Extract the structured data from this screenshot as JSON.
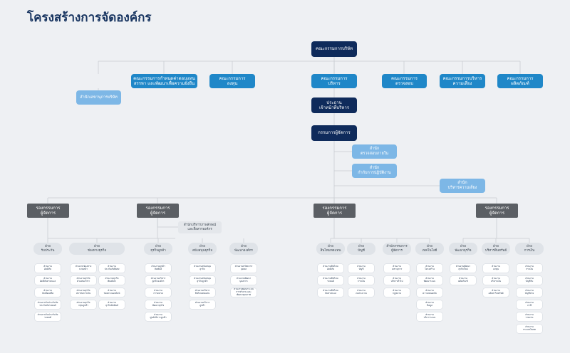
{
  "title": "โครงสร้างการจัดองค์กร",
  "board": "คณะกรรมการบริษัท",
  "board_office": "สำนักเลขานุการบริษัท",
  "committees": [
    "คณะกรรมการกำหนดค่าตอบแทน\nสรรหา และพัฒนาเพื่อความยั่งยืน",
    "คณะกรรมการ\nลงทุน",
    "คณะกรรมการ\nบริหาร",
    "คณะกรรมการ\nตรวจสอบ",
    "คณะกรรมการบริหาร\nความเสี่ยง",
    "คณะกรรมการ\nผลิตภัณฑ์"
  ],
  "chairman_exec": "ประธาน\nเจ้าหน้าที่บริหาร",
  "md": "กรรมการผู้จัดการ",
  "md_offices": [
    "สำนัก\nตรวจสอบภายใน",
    "สำนัก\nกำกับการปฏิบัติงาน"
  ],
  "risk_office": "สำนัก\nบริหารความเสี่ยง",
  "deputies": [
    "รองกรรมการ\nผู้จัดการ",
    "รองกรรมการ\nผู้จัดการ",
    "รองกรรมการ\nผู้จัดการ",
    "รองกรรมการ\nผู้จัดการ"
  ],
  "deputy2_office": "สำนักบริหารภาพลักษณ์\nและสื่อสารองค์กร",
  "divisions": [
    {
      "name": "ฝ่าย\nรับประกัน",
      "units": [
        "ส่วนงาน\nอัคคีภัย",
        "ส่วนงาน\nอัคคีภัยทางทะเล",
        "ส่วนงาน\nภัยเบ็ดเตล็ด",
        "ส่วนงานรับประกันภัย\nประกันภัยรถยนต์",
        "ส่วนงานรับประกันภัย\nรถยนต์"
      ]
    },
    {
      "name": "ฝ่าย\nช่องทางธุรกิจ",
      "units": [
        "ส่วนงานช่องทาง\nนายหน้า",
        "ส่วนงานธุรกิจ\nตัวแทนสาขา",
        "ส่วนงานธุรกิจ\nสถาบันการเงิน",
        "ส่วนงานธุรกิจ\nกลุ่มลูกค้า",
        "ส่วนงาน\nประกันภัยพิเศษ",
        "ส่วนงานธุรกิจ\nพันธมิตร",
        "ส่วนงาน\nช่องทางออนไลน์",
        "ส่วนงาน\nธุรกิจสัมพันธ์"
      ]
    },
    {
      "name": "ฝ่าย\nธุรกิจลูกค้า",
      "units": [
        "ส่วนงานลูกค้า\nสัมพันธ์",
        "ส่วนงานบริหาร\nลูกค้าองค์กร",
        "ส่วนงาน\nการตลาด",
        "ส่วนงาน\nพัฒนาธุรกิจ",
        "ส่วนงาน\nศูนย์บริการลูกค้า"
      ]
    },
    {
      "name": "ฝ่าย\nสนับสนุนธุรกิจ",
      "units": [
        "ส่วนงานสนับสนุน\nธุรกิจ",
        "ส่วนงานสนับสนุน\nธุรกิจลูกค้า",
        "ส่วนงานบริหาร\nสินไหมทดแทน",
        "ส่วนงานบริการ\nลูกค้า"
      ]
    },
    {
      "name": "ฝ่าย\nพัฒนาองค์กร",
      "units": [
        "ส่วนงานทรัพยากร\nบุคคล",
        "ส่วนงานพัฒนา\nบุคลากร",
        "ส่วนงานพัฒนาระบบ\nการทำงาน และ\nพัฒนาคุณภาพ"
      ]
    },
    {
      "name": "ฝ่าย\nสินไหมทดแทน",
      "units": [
        "ส่วนงานสินไหม\nอัคคีภัย",
        "ส่วนงานสินไหม\nรถยนต์",
        "ส่วนงานสินไหม\nภัยทางทะเล"
      ]
    },
    {
      "name": "ฝ่าย\nบัญชี",
      "units": [
        "ส่วนงาน\nบัญชี",
        "ส่วนงาน\nการเงิน",
        "ส่วนงาน\nงบประมาณ"
      ]
    },
    {
      "name": "สำนักกรรมการ\nผู้จัดการ",
      "units": [
        "ส่วนงาน\nเลขานุการ",
        "ส่วนงาน\nบริหารทั่วไป",
        "ส่วนงาน\nกฎหมาย"
      ]
    },
    {
      "name": "ฝ่าย\nเทคโนโลยี",
      "units": [
        "ส่วนงาน\nโครงสร้าง",
        "ส่วนงาน\nพัฒนาระบบ",
        "ส่วนงาน\nความปลอดภัย",
        "ส่วนงาน\nข้อมูล",
        "ส่วนงาน\nบริการระบบ"
      ]
    },
    {
      "name": "ฝ่าย\nพัฒนาธุรกิจ",
      "units": [
        "ส่วนงานพัฒนา\nธุรกิจใหม่",
        "ส่วนงาน\nผลิตภัณฑ์"
      ]
    },
    {
      "name": "ฝ่าย\nบริหารสินทรัพย์",
      "units": [
        "ส่วนงาน\nลงทุน",
        "ส่วนงาน\nบริหารเงิน",
        "ส่วนงาน\nอสังหาริมทรัพย์"
      ]
    },
    {
      "name": "ฝ่าย\nการเงิน",
      "units": [
        "ส่วนงาน\nการเงิน",
        "ส่วนงาน\nบัญชีรับ",
        "ส่วนงาน\nบัญชีจ่าย",
        "ส่วนงาน\nภาษี",
        "ส่วนงาน\nรายงาน",
        "ส่วนงาน\nกระแสเงินสด"
      ]
    }
  ]
}
